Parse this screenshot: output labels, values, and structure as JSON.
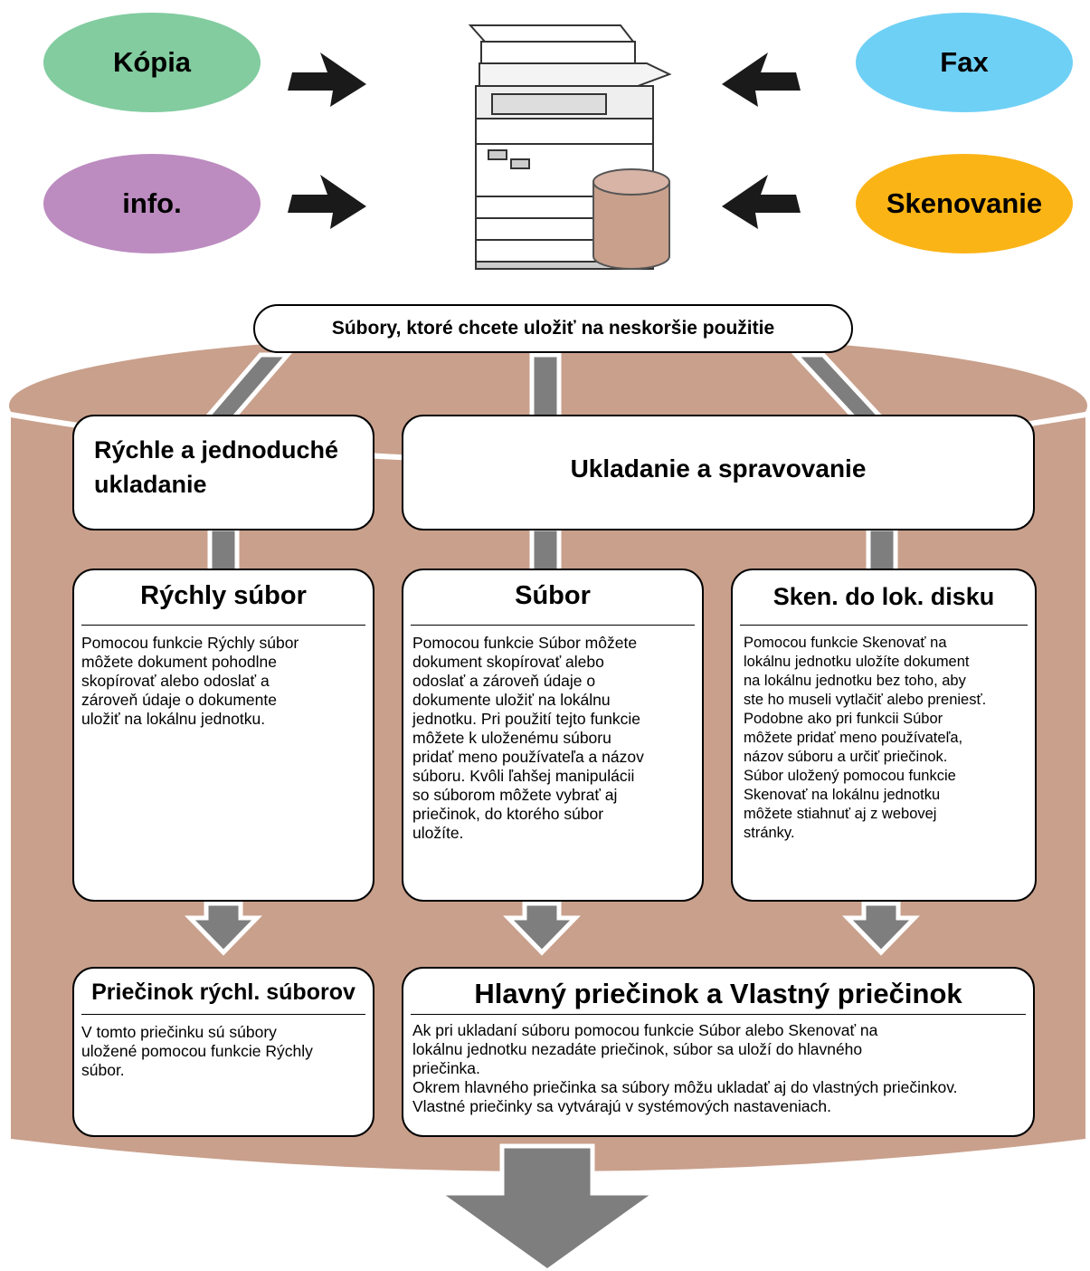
{
  "colors": {
    "cylinder": "#c9a08c",
    "cylinder_top": "#d4b0a0",
    "kopia": "#82cca0",
    "fax": "#6fd0f6",
    "info": "#bc8cc0",
    "skenovanie": "#fbb416",
    "connector": "#7e7e7e"
  },
  "sources": {
    "kopia": "Kópia",
    "fax": "Fax",
    "info": "info.",
    "skenovanie": "Skenovanie"
  },
  "storage_label": "Súbory, ktoré chcete uložiť na neskoršie použitie",
  "quick_store": "Rýchle a jednoduché ukladanie",
  "store_manage": "Ukladanie a spravovanie",
  "boxes": {
    "quick_file": {
      "title": "Rýchly súbor",
      "text": "Pomocou funkcie Rýchly súbor\nmôžete dokument pohodlne\nskopírovať alebo odoslať a\nzároveň údaje o dokumente\nuložiť na lokálnu jednotku."
    },
    "file": {
      "title": "Súbor",
      "text": "Pomocou funkcie Súbor môžete\ndokument skopírovať alebo\nodoslať a zároveň údaje o\ndokumente uložiť na lokálnu\njednotku. Pri použití tejto funkcie\nmôžete k uloženému súboru\npridať meno používateľa a názov\nsúboru. Kvôli ľahšej manipulácii\nso súborom môžete vybrať aj\npriečinok, do ktorého súbor\nuložíte."
    },
    "scan_local": {
      "title": "Sken. do lok. disku",
      "text": "Pomocou funkcie Skenovať na\nlokálnu jednotku uložíte dokument\nna lokálnu jednotku bez toho, aby\nste ho museli vytlačiť alebo preniesť.\nPodobne ako pri funkcii Súbor\nmôžete pridať meno používateľa,\nnázov súboru a určiť priečinok.\nSúbor uložený pomocou funkcie\nSkenovať na lokálnu jednotku\nmôžete stiahnuť aj z webovej\nstránky."
    },
    "quick_folder": {
      "title": "Priečinok rýchl. súborov",
      "text": "V tomto priečinku sú súbory\nuložené pomocou funkcie Rýchly\nsúbor."
    },
    "main_folder": {
      "title": "Hlavný priečinok a Vlastný priečinok",
      "text": "Ak pri ukladaní súboru pomocou funkcie Súbor alebo Skenovať na\nlokálnu jednotku nezadáte priečinok, súbor sa uloží do hlavného\npriečinka.\nOkrem hlavného priečinka sa súbory môžu ukladať aj do vlastných priečinkov.\nVlastné priečinky sa vytvárajú v systémových nastaveniach."
    }
  }
}
